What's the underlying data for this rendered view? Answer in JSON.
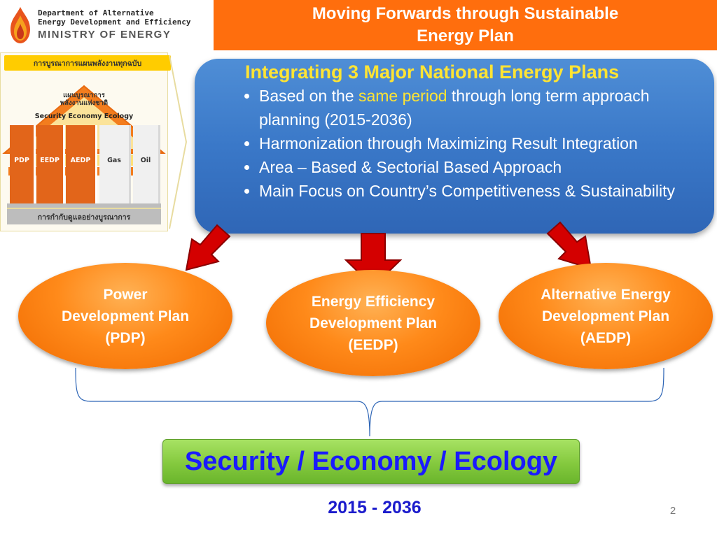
{
  "logo": {
    "line1": "Department of Alternative",
    "line2": "Energy Development and Efficiency",
    "line3": "MINISTRY OF ENERGY"
  },
  "header": {
    "title_line1": "Moving Forwards through Sustainable",
    "title_line2": "Energy Plan"
  },
  "temple": {
    "top_banner": "การบูรณาการแผนพลังงานทุกฉบับ",
    "roof_text_line1": "แผนบูรณาการ",
    "roof_text_line2": "พลังงานแห่งชาติ",
    "pillars_caption": "Security  Economy  Ecology",
    "columns": [
      "PDP",
      "EEDP",
      "AEDP",
      "Gas",
      "Oil"
    ],
    "foot_text": "การกำกับดูแลอย่างบูรณาการ"
  },
  "callout": {
    "heading": "Integrating  3 Major National Energy Plans",
    "bullet1_pre": "Based on the ",
    "bullet1_hl": "same period",
    "bullet1_post": " through long term approach planning (2015-2036)",
    "bullet2": "Harmonization through Maximizing Result Integration",
    "bullet3": "Area – Based & Sectorial Based Approach",
    "bullet4": "Main Focus on Country’s Competitiveness & Sustainability"
  },
  "plans": [
    {
      "line1": "Power",
      "line2": "Development Plan",
      "line3": "(PDP)"
    },
    {
      "line1": "Energy Efficiency",
      "line2": "Development Plan",
      "line3": "(EEDP)"
    },
    {
      "line1": "Alternative Energy",
      "line2": "Development Plan",
      "line3": "(AEDP)"
    }
  ],
  "outcome": "Security / Economy / Ecology",
  "years": "2015 - 2036",
  "page_number": "2",
  "colors": {
    "header_orange": "#ff6e0d",
    "callout_blue": "#3a78c8",
    "highlight_yellow": "#ffe433",
    "ellipse_orange": "#ff8a1a",
    "arrow_red": "#cc0000",
    "green_bar": "#84c93e",
    "outcome_text": "#1a1aff",
    "years_text": "#1b1bcc"
  }
}
